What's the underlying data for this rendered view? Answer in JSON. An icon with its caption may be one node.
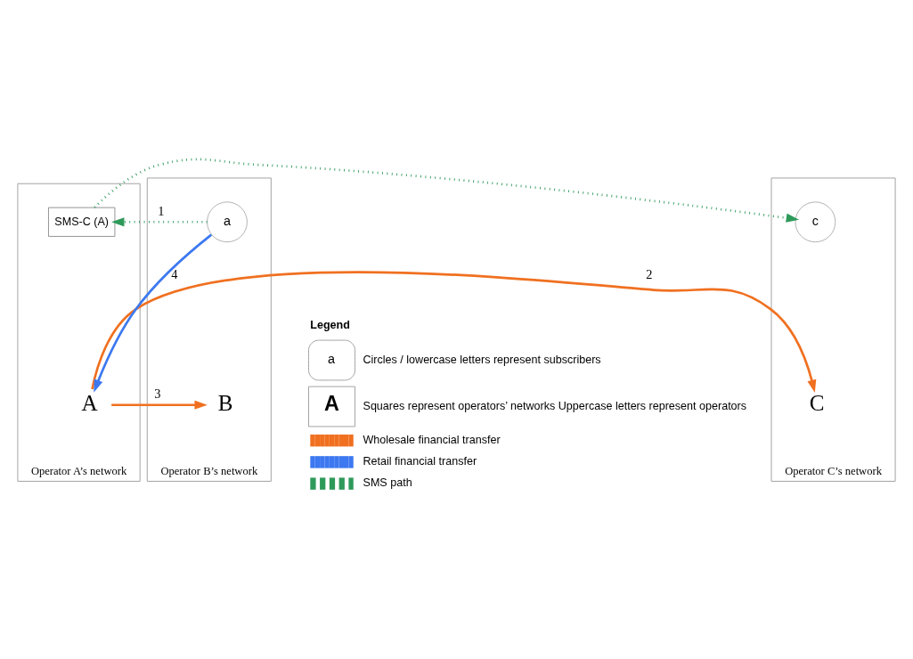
{
  "diagram": {
    "nodes": [
      {
        "text": [
          "Operator A’s network"
        ]
      },
      {
        "text": [
          "A"
        ],
        "in": 0
      },
      {
        "text": [
          "SMS-C (A)"
        ],
        "in": 0
      },
      {
        "text": [
          "Operator B’s network"
        ]
      },
      {
        "text": [
          "B"
        ],
        "in": 3
      },
      {
        "text": [
          "a"
        ],
        "in": 3
      },
      {
        "text": [
          "Operator C’s network"
        ]
      },
      {
        "text": [
          "C"
        ],
        "in": 6
      },
      {
        "text": [
          "c"
        ],
        "in": 6
      }
    ],
    "edges": [
      {
        "from": 1,
        "to": 7,
        "arrow": "to",
        "label": "2",
        "color": "#f07020"
      },
      {
        "from": 1,
        "to": 4,
        "arrow": "to",
        "label": "3",
        "color": "#f07020"
      },
      {
        "from": 5,
        "to": 1,
        "arrow": "to",
        "label": "4",
        "color": "#3c78f0"
      },
      {
        "from": 5,
        "to": 2,
        "arrow": "to",
        "label": "1",
        "style": "dashed",
        "color": "#2e9a5a"
      },
      {
        "from": 2,
        "to": 8,
        "arrow": "to",
        "style": "dashed",
        "color": "#2e9a5a"
      }
    ],
    "labels": [
      "Legend",
      "a",
      "A"
    ],
    "legend": [
      {
        "text": "Circles / lowercase letters represent subscribers"
      },
      {
        "text": "Squares represent operators’ networks Uppercase letters represent operators"
      },
      {
        "text": "Wholesale financial transfer"
      },
      {
        "text": "Retail financial transfer"
      },
      {
        "text": "SMS path"
      }
    ]
  }
}
